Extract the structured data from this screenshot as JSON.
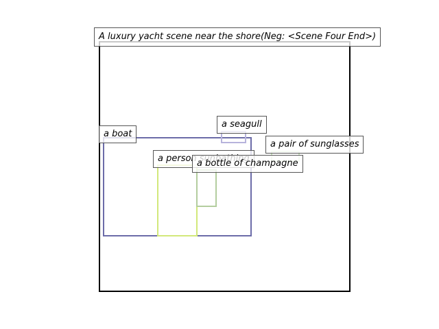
{
  "title": "A luxury yacht scene near the shore(Neg: <Scene Four End>)",
  "colors": {
    "frame": "#000000",
    "boat": "#6b6ba8",
    "seagull": "#b7b3dc",
    "person": "#d2e87a",
    "champagne": "#b3cd9e",
    "sunglasses": "#cfe8c2"
  },
  "boxes": [
    {
      "id": "boat",
      "label": "a boat"
    },
    {
      "id": "seagull",
      "label": "a seagull"
    },
    {
      "id": "sunglasses",
      "label": "a pair of sunglasses"
    },
    {
      "id": "person",
      "label": "a person sunbathing"
    },
    {
      "id": "champagne",
      "label": "a bottle of champagne"
    }
  ]
}
